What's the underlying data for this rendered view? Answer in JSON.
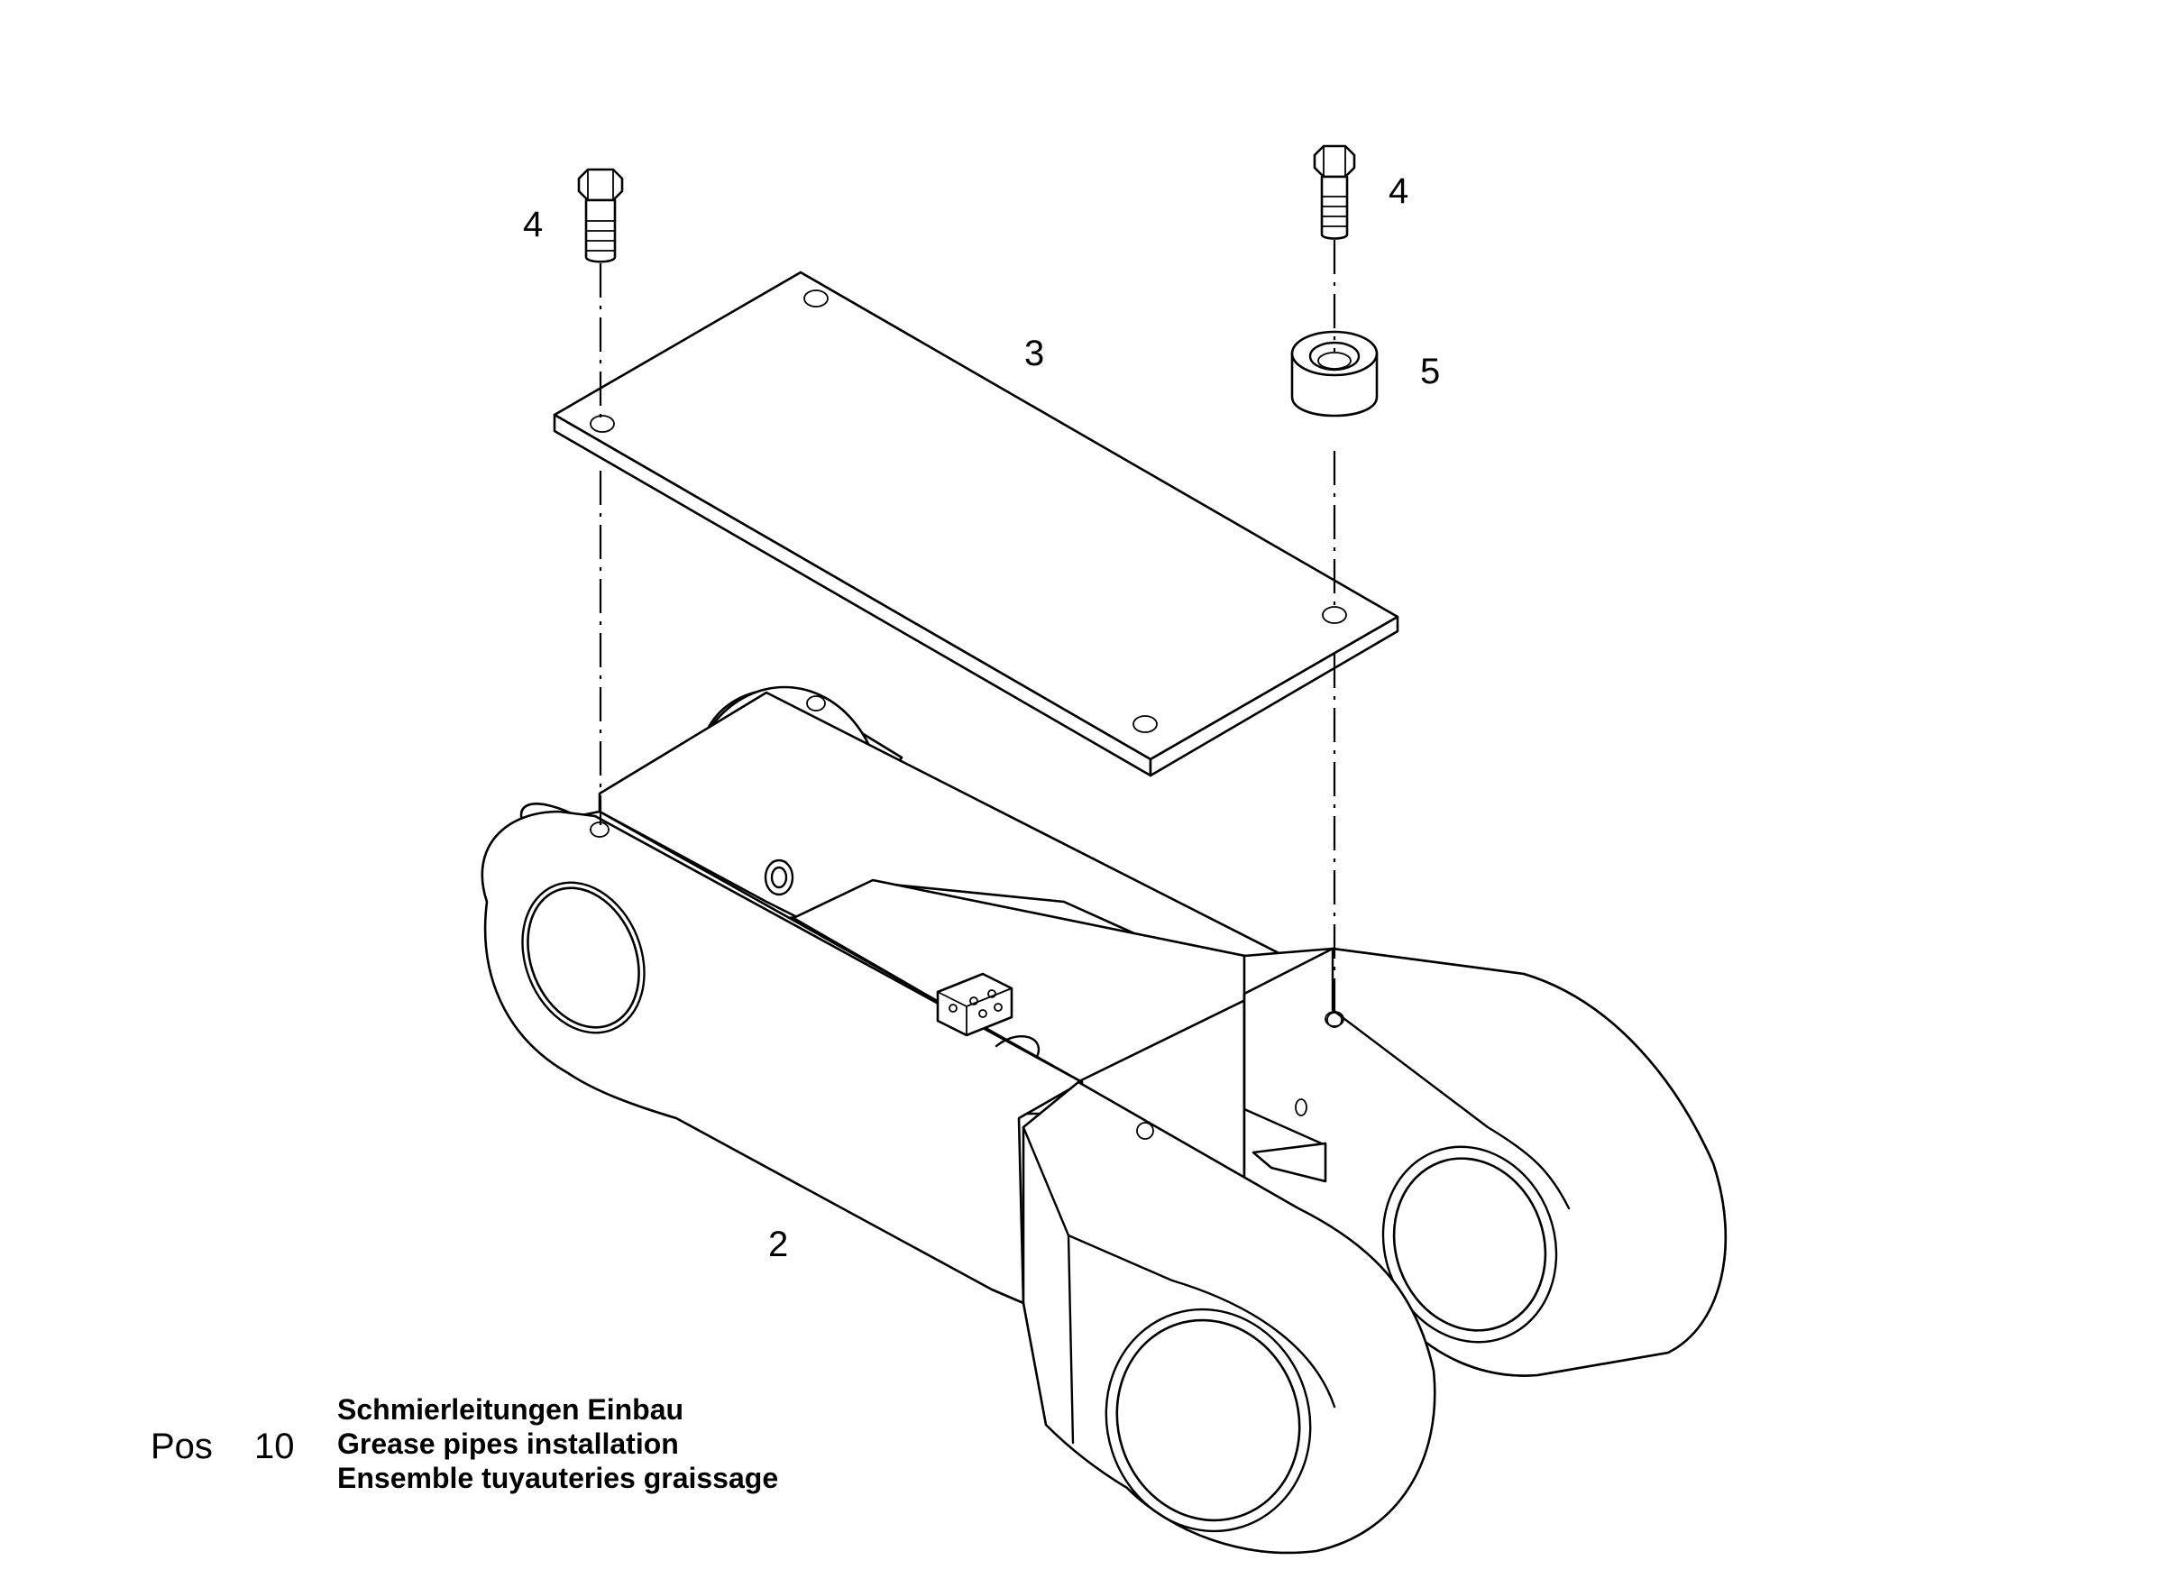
{
  "callouts": {
    "bolt_left": "4",
    "bolt_right": "4",
    "plate": "3",
    "spacer": "5",
    "link_body": "2"
  },
  "caption": {
    "pos_label": "Pos",
    "pos_number": "10",
    "title_de": "Schmierleitungen Einbau",
    "title_en": "Grease pipes installation",
    "title_fr": "Ensemble tuyauteries graissage"
  }
}
